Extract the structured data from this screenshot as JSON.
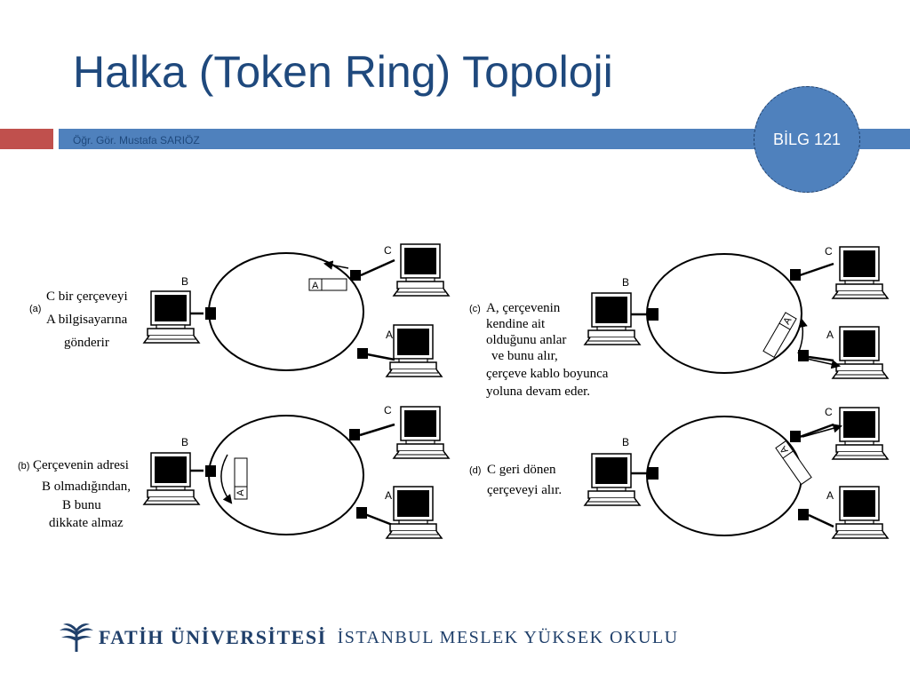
{
  "slide": {
    "title": "Halka (Token Ring) Topoloji",
    "author": "Öğr. Gör. Mustafa SARIÖZ",
    "course_badge": "BİLG 121"
  },
  "panels": [
    {
      "tag": "(a)",
      "caption": [
        "C bir çerçeveyi",
        "A bilgisayarına",
        "gönderir"
      ]
    },
    {
      "tag": "(b)",
      "caption": [
        "Çerçevenin adresi",
        "B olmadığından,",
        "B bunu",
        "dikkate almaz"
      ]
    },
    {
      "tag": "(c)",
      "caption": [
        "A, çerçevenin",
        "kendine ait",
        "olduğunu anlar",
        "ve bunu alır,",
        "çerçeve kablo boyunca",
        "yoluna devam eder."
      ]
    },
    {
      "tag": "(d)",
      "caption": [
        "C geri dönen",
        "çerçeveyi alır."
      ]
    }
  ],
  "node_labels": {
    "a": "A",
    "b": "B",
    "c": "C"
  },
  "frame_label": "A",
  "footer": {
    "university": "FATİH ÜNİVERSİTESİ",
    "school": "İSTANBUL MESLEK YÜKSEK OKULU"
  },
  "colors": {
    "title": "#1f497d",
    "accent_blue": "#4f81bd",
    "accent_red": "#c0504d"
  }
}
